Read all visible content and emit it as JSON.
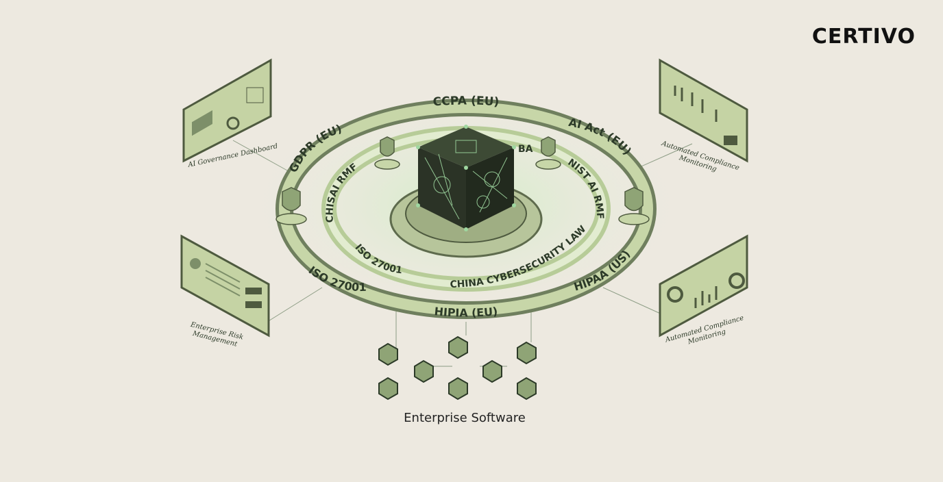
{
  "brand": {
    "logo_text": "CERTIVO"
  },
  "ring_labels": {
    "outer_top": "CCPA (EU)",
    "outer_left": "GDPR (EU)",
    "outer_right": "AI Act (EU)",
    "outer_bottom_left": "ISO 27001",
    "outer_bottom": "HIPIA (EU)",
    "outer_bottom_right": "HIPAA (US)",
    "inner_left": "CHISAI RMF",
    "inner_right": "NIST AI RMF",
    "inner_bottom_left": "ISO 27001",
    "inner_bottom": "CHINA CYBERSECURITY LAW",
    "inner_top_partial": "BA"
  },
  "panels": {
    "top_left": "AI Governance Dashboard",
    "top_right": "Automated Compliance Monitoring",
    "bottom_left": "Enterprise Risk Management",
    "bottom_right": "Automated Compliance Monitoring"
  },
  "footer": {
    "caption": "Enterprise Software"
  },
  "colors": {
    "background": "#ede9e0",
    "ring_dark": "#6f7f5e",
    "ring_light": "#c7d6a8",
    "accent": "#9fd7a0",
    "cube": "#2b3326"
  }
}
